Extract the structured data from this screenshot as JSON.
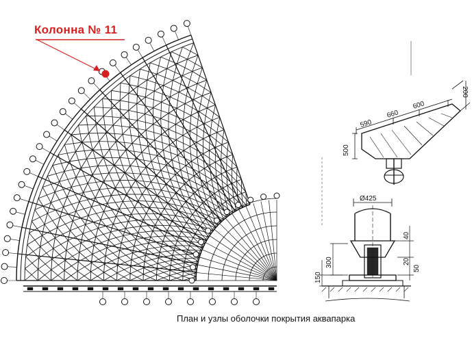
{
  "callout": {
    "label": "Колонна № 11",
    "color": "#d61f1f"
  },
  "caption": "План и узлы оболочки покрытия аквапарка",
  "dimensions": {
    "top_detail": {
      "d590": "590",
      "d660": "660",
      "d600": "600",
      "d200": "200",
      "d500": "500"
    },
    "bottom_detail": {
      "diameter": "Ø425",
      "d300": "300",
      "d150": "150",
      "d40": "40",
      "d20": "20",
      "d50": "50"
    }
  },
  "colors": {
    "line": "#111111",
    "accent": "#d61f1f"
  }
}
